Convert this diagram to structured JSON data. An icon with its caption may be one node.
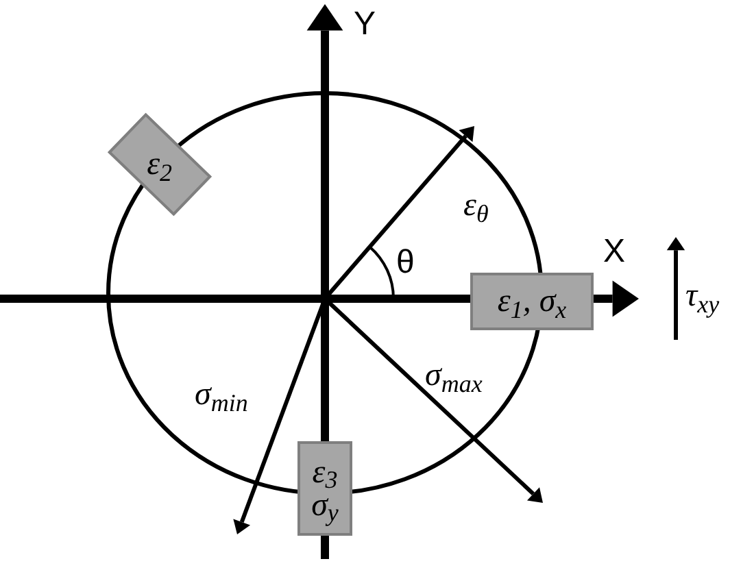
{
  "diagram": {
    "nodes": [
      {
        "text": [
          "ε$_{2}$"
        ]
      },
      {
        "text": [
          "ε$_{1}$, σ$_{x}$"
        ]
      },
      {
        "text": [
          "ε$_{3}$",
          "σ$_{y}$"
        ]
      }
    ],
    "labels": [
      "Y",
      "ε$_{θ}$",
      "θ",
      "X",
      "τ$_{xy}$",
      "σ$_{min}$",
      "σ$_{max}$"
    ]
  }
}
